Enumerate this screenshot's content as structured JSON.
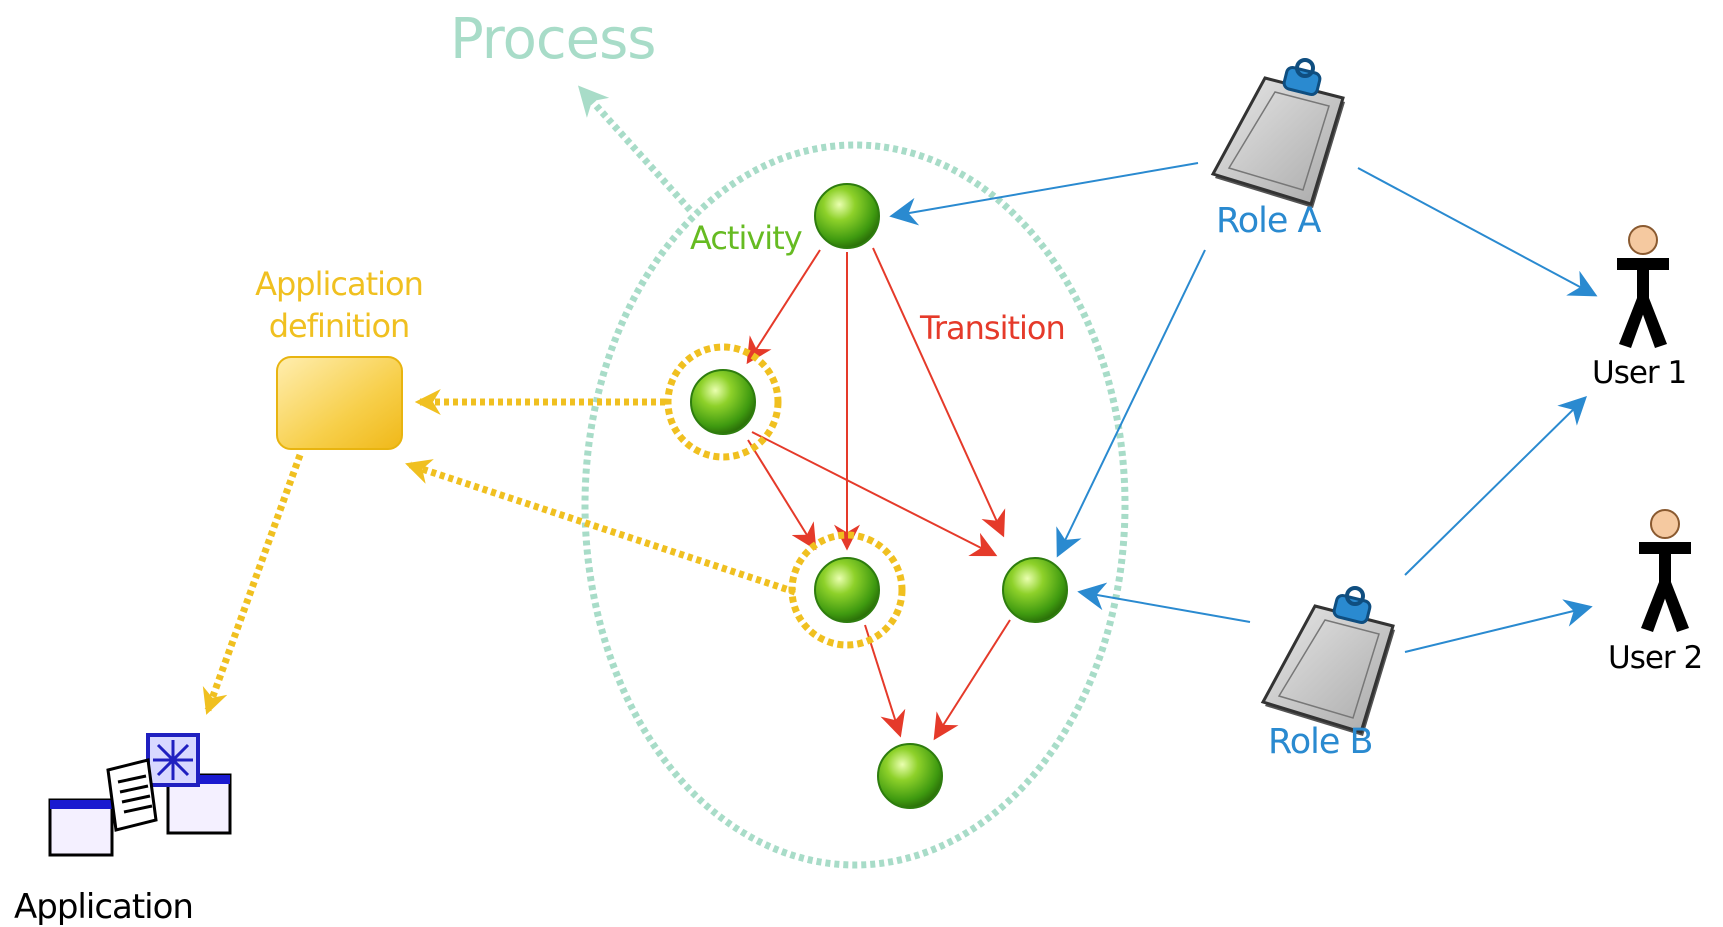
{
  "labels": {
    "process": "Process",
    "activity": "Activity",
    "transition": "Transition",
    "application_definition": "Application definition",
    "role_a": "Role A",
    "role_b": "Role B",
    "user_1": "User 1",
    "user_2": "User  2",
    "application": "Application"
  },
  "colors": {
    "process": "#a8dcc8",
    "activity": "#66bb22",
    "transition": "#e53a2a",
    "application_definition": "#f0c020",
    "role": "#2a8ad0",
    "user_text": "#000000",
    "node_fill": "#6cc21a",
    "node_dark": "#2e7d0e",
    "user_head": "#f5c9a0"
  },
  "icons": {
    "role": "clipboard-icon",
    "user": "stick-figure-icon",
    "application": "application-windows-icon",
    "application_definition": "rounded-box-icon",
    "activity": "green-sphere-icon"
  }
}
